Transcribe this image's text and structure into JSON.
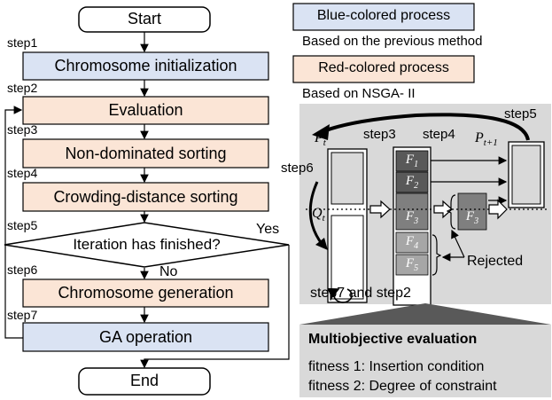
{
  "flowchart": {
    "start": "Start",
    "end": "End",
    "boxes": [
      {
        "step": "step1",
        "label": "Chromosome initialization"
      },
      {
        "step": "step2",
        "label": "Evaluation"
      },
      {
        "step": "step3",
        "label": "Non-dominated sorting"
      },
      {
        "step": "step4",
        "label": "Crowding-distance sorting"
      },
      {
        "step": "step6",
        "label": "Chromosome generation"
      },
      {
        "step": "step7",
        "label": "GA operation"
      }
    ],
    "decision": {
      "step": "step5",
      "label": "Iteration has finished?",
      "yes": "Yes",
      "no": "No"
    }
  },
  "legend": {
    "blue": {
      "label": "Blue-colored process",
      "desc": "Based on the previous method",
      "color": "#dae3f3"
    },
    "red": {
      "label": "Red-colored process",
      "desc": "Based on NSGA- II",
      "color": "#fbe5d6"
    }
  },
  "nsga": {
    "step3": "step3",
    "step4": "step4",
    "step5": "step5",
    "step6": "step6",
    "pt_main": "P",
    "pt_sub": "t",
    "pt1_main": "P",
    "pt1_sub": "t+1",
    "qt_main": "Q",
    "qt_sub": "t",
    "fronts": [
      {
        "main": "F",
        "sub": "1"
      },
      {
        "main": "F",
        "sub": "2"
      },
      {
        "main": "F",
        "sub": "3"
      },
      {
        "main": "F",
        "sub": "4"
      },
      {
        "main": "F",
        "sub": "5"
      }
    ],
    "f3_main": "F",
    "f3_sub": "3",
    "rejected": "Rejected",
    "caption": "step7 and step2"
  },
  "evaluation": {
    "title": "Multiobjective evaluation",
    "fitness1": "fitness 1: Insertion condition",
    "fitness2": "fitness 2: Degree of constraint"
  },
  "colors": {
    "blue_box": "#dae3f3",
    "red_box": "#fbe5d6",
    "panel": "#d9d9d9",
    "dark_front": "#595959",
    "mid_front": "#7f7f7f",
    "light_front": "#a6a6a6"
  }
}
